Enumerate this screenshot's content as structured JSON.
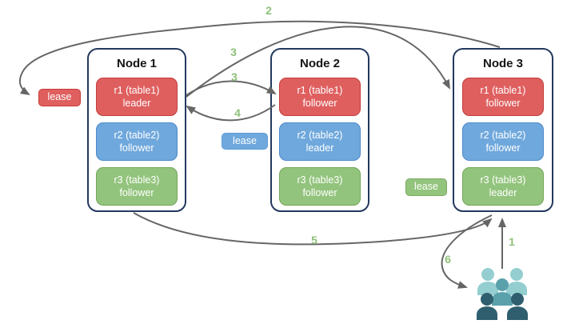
{
  "nodes": [
    {
      "title": "Node 1",
      "replicas": [
        {
          "name": "r1 (table1)",
          "role": "leader",
          "color": "#df5f5f"
        },
        {
          "name": "r2 (table2)",
          "role": "follower",
          "color": "#6fa8dc"
        },
        {
          "name": "r3 (table3)",
          "role": "follower",
          "color": "#93c47d"
        }
      ]
    },
    {
      "title": "Node 2",
      "replicas": [
        {
          "name": "r1 (table1)",
          "role": "follower",
          "color": "#df5f5f"
        },
        {
          "name": "r2 (table2)",
          "role": "leader",
          "color": "#6fa8dc"
        },
        {
          "name": "r3 (table3)",
          "role": "follower",
          "color": "#93c47d"
        }
      ]
    },
    {
      "title": "Node 3",
      "replicas": [
        {
          "name": "r1 (table1)",
          "role": "follower",
          "color": "#df5f5f"
        },
        {
          "name": "r2 (table2)",
          "role": "follower",
          "color": "#6fa8dc"
        },
        {
          "name": "r3 (table3)",
          "role": "leader",
          "color": "#93c47d"
        }
      ]
    }
  ],
  "leases": [
    {
      "label": "lease",
      "color": "#df5f5f"
    },
    {
      "label": "lease",
      "color": "#6fa8dc"
    },
    {
      "label": "lease",
      "color": "#93c47d"
    }
  ],
  "step_labels": {
    "s1": "1",
    "s2": "2",
    "s3a": "3",
    "s3b": "3",
    "s4": "4",
    "s5": "5",
    "s6": "6"
  },
  "icons": {
    "users": "users-group-icon"
  },
  "colors": {
    "node_border": "#24395f",
    "arrow": "#666666",
    "step_label": "#8fc07a",
    "replica_red": "#df5f5f",
    "replica_blue": "#6fa8dc",
    "replica_green": "#93c47d",
    "users_light": "#94ced0",
    "users_mid": "#5aa1ac",
    "users_dark": "#2f5f6e"
  }
}
